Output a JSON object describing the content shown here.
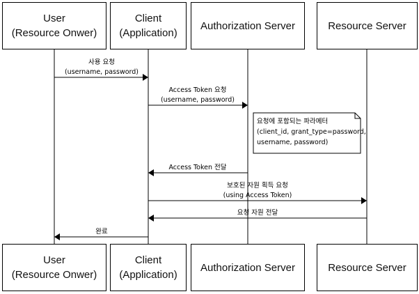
{
  "participants": {
    "user": {
      "line1": "User",
      "line2": "(Resource Onwer)"
    },
    "client": {
      "line1": "Client",
      "line2": "(Application)"
    },
    "auth": {
      "line1": "Authorization Server"
    },
    "resource": {
      "line1": "Resource Server"
    }
  },
  "messages": {
    "m1": {
      "line1": "사용 요청",
      "line2": "(username, password)"
    },
    "m2": {
      "line1": "Access Token 요청",
      "line2": "(username, password)"
    },
    "m3": {
      "line1": "Access Token 전달"
    },
    "m4": {
      "line1": "보호된 자원 획득 요청",
      "line2": "(using Access Token)"
    },
    "m5": {
      "line1": "요청 자원 전달"
    },
    "m6": {
      "line1": "완료"
    }
  },
  "note": {
    "line1": "요청에 포함되는 파라메터",
    "line2": "(client_id, grant_type=password,",
    "line3": "username, password)"
  }
}
